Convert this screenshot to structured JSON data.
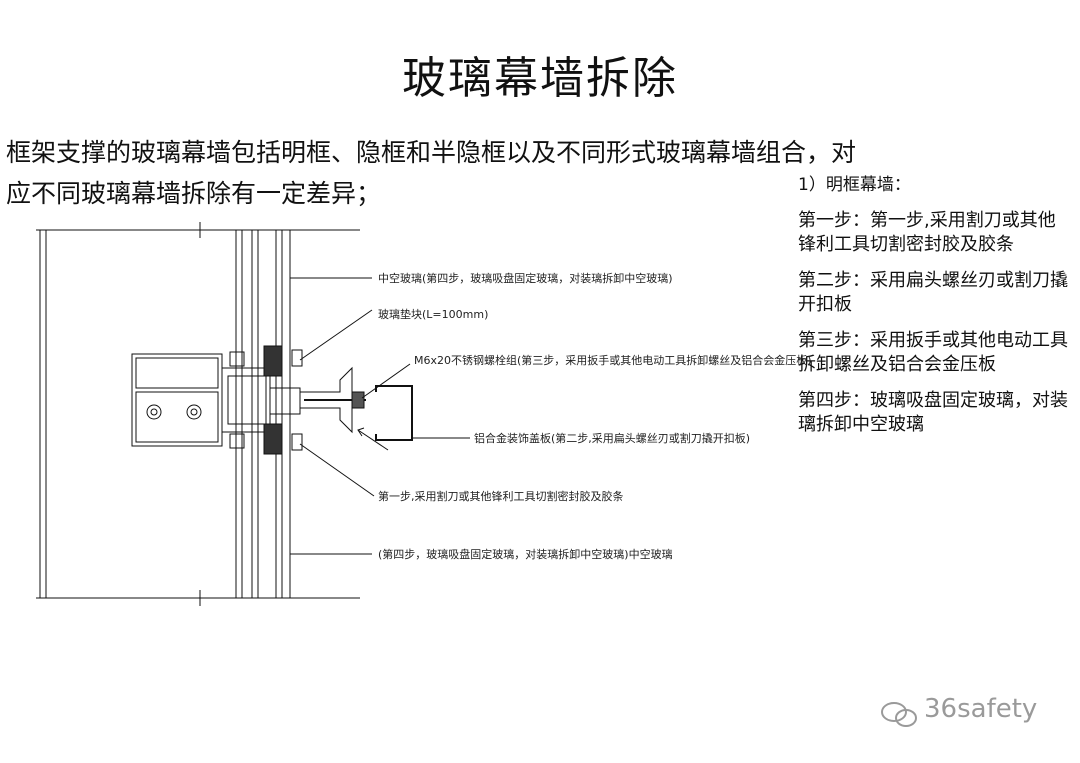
{
  "title": "玻璃幕墙拆除",
  "intro": "框架支撑的玻璃幕墙包括明框、隐框和半隐框以及不同形式玻璃幕墙组合，对应不同玻璃幕墙拆除有一定差异；",
  "steps_heading": "1）明框幕墙：",
  "steps": [
    "第一步：第一步,采用割刀或其他锋利工具切割密封胶及胶条",
    "第二步：采用扁头螺丝刃或割刀撬开扣板",
    "第三步：采用扳手或其他电动工具拆卸螺丝及铝合会金压板",
    "第四步：玻璃吸盘固定玻璃，对装璃拆卸中空玻璃"
  ],
  "callouts": {
    "hollow_glass": "中空玻璃(第四步，玻璃吸盘固定玻璃，对装璃拆卸中空玻璃)",
    "glass_pad": "玻璃垫块(L=100mm)",
    "bolt_group": "M6x20不锈钢螺栓组(第三步，采用扳手或其他电动工具拆卸螺丝及铝合会金压板)",
    "cover_plate": "铝合金装饰盖板(第二步,采用扁头螺丝刃或割刀撬开扣板)",
    "step_one": "第一步,采用割刀或其他锋利工具切割密封胶及胶条",
    "hollow_glass_2": "(第四步，玻璃吸盘固定玻璃，对装璃拆卸中空玻璃)中空玻璃"
  },
  "watermark": "36safety"
}
